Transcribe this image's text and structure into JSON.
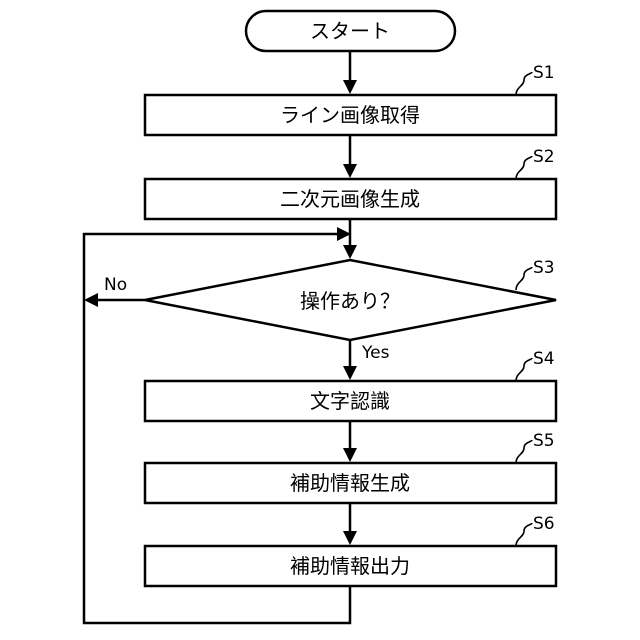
{
  "start": {
    "label": "スタート"
  },
  "steps": [
    {
      "id": "S1",
      "label": "ライン画像取得"
    },
    {
      "id": "S2",
      "label": "二次元画像生成"
    },
    {
      "id": "S3",
      "label": "操作あり？"
    },
    {
      "id": "S4",
      "label": "文字認識"
    },
    {
      "id": "S5",
      "label": "補助情報生成"
    },
    {
      "id": "S6",
      "label": "補助情報出力"
    }
  ],
  "branches": {
    "no": "No",
    "yes": "Yes"
  }
}
